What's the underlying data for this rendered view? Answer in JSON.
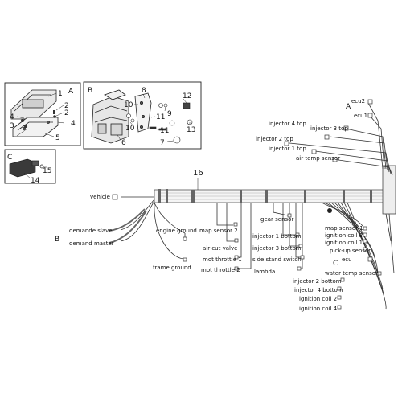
{
  "panels": {
    "a": {
      "letter": "A",
      "callouts": [
        "1",
        "2",
        "2",
        "3",
        "4",
        "4",
        "5"
      ]
    },
    "b": {
      "letter": "B",
      "callouts": [
        "8",
        "10",
        "9",
        "12",
        "11",
        "11",
        "10",
        "13",
        "7",
        "6"
      ]
    },
    "c": {
      "letter": "C",
      "callouts": [
        "15",
        "14"
      ]
    }
  },
  "harness": {
    "number": "16",
    "connectors": {
      "vehicle": "vehicle",
      "demande_slave": "demande slave",
      "demand_master": "demand master",
      "engine_ground": "engine ground",
      "frame_ground": "frame ground",
      "map_sensor_2": "map sensor 2",
      "air_cut_valve": "air cut valve",
      "mot_throttle_1": "mot throttle 1",
      "mot_throttle_2": "mot throttle 2",
      "gear_sensor": "gear sensor",
      "injector_1_bottom": "injector 1 bottom",
      "injector_3_bottom": "injector 3 bottom",
      "side_stand_switch": "side stand switch",
      "lambda": "lambda",
      "ecu2": "ecu2",
      "ecu1": "ecu1",
      "injector_4_top": "injector 4 top",
      "injector_3_top": "injector 3 top",
      "injector_2_top": "injector 2 top",
      "injector_1_top": "injector 1 top",
      "air_temp_sensor": "air temp sensor",
      "map_sensor_1": "map sensor 1",
      "ignition_coil_3": "ignition coil 3",
      "ignition_coil_1": "ignition coil 1",
      "pick_up_sensor": "pick-up sensor",
      "ecu": "ecu",
      "water_temp_sensor": "water temp sensor",
      "injector_2_bottom": "injector 2 bottom",
      "injector_4_bottom": "injector 4 bottom",
      "ignition_coil_2": "ignition coil 2",
      "ignition_coil_4": "ignition coil 4"
    },
    "section_letters": {
      "a": "A",
      "b": "B",
      "c": "C"
    }
  }
}
